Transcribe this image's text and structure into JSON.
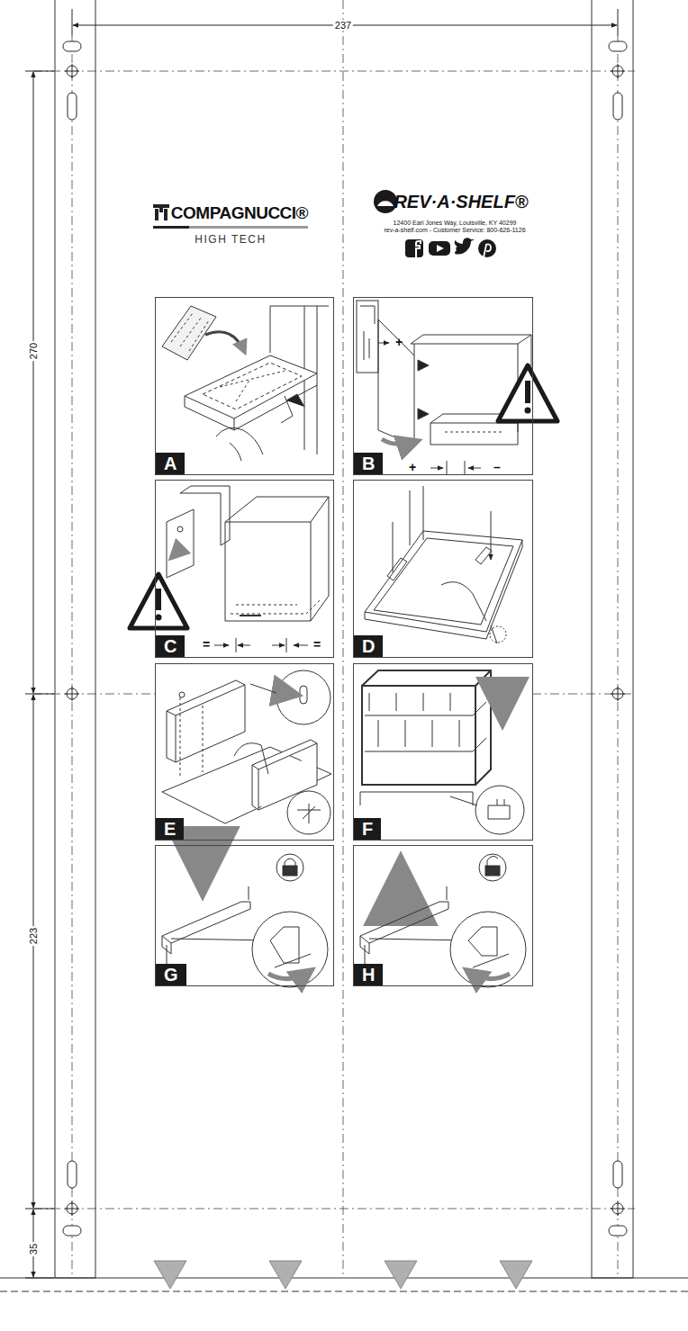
{
  "diagram": {
    "nodes": [
      {
        "text": [
          "A"
        ]
      },
      {
        "text": [
          "B"
        ]
      },
      {
        "text": [
          "C"
        ]
      },
      {
        "text": [
          "D"
        ]
      },
      {
        "text": [
          "E"
        ]
      },
      {
        "text": [
          "F"
        ]
      },
      {
        "text": [
          "G"
        ]
      },
      {
        "text": [
          "H"
        ]
      }
    ],
    "labels": [
      "237",
      "270",
      "223",
      "35",
      "COMPAGNUCCI®",
      "HIGH TECH",
      "REV·A·SHELF®",
      "12400 Earl Jones Way, Louisville, KY 40299",
      "rev-a-shelf.com - Customer Service: 800-626-1126",
      "+",
      "+",
      "–",
      "=",
      "="
    ]
  }
}
